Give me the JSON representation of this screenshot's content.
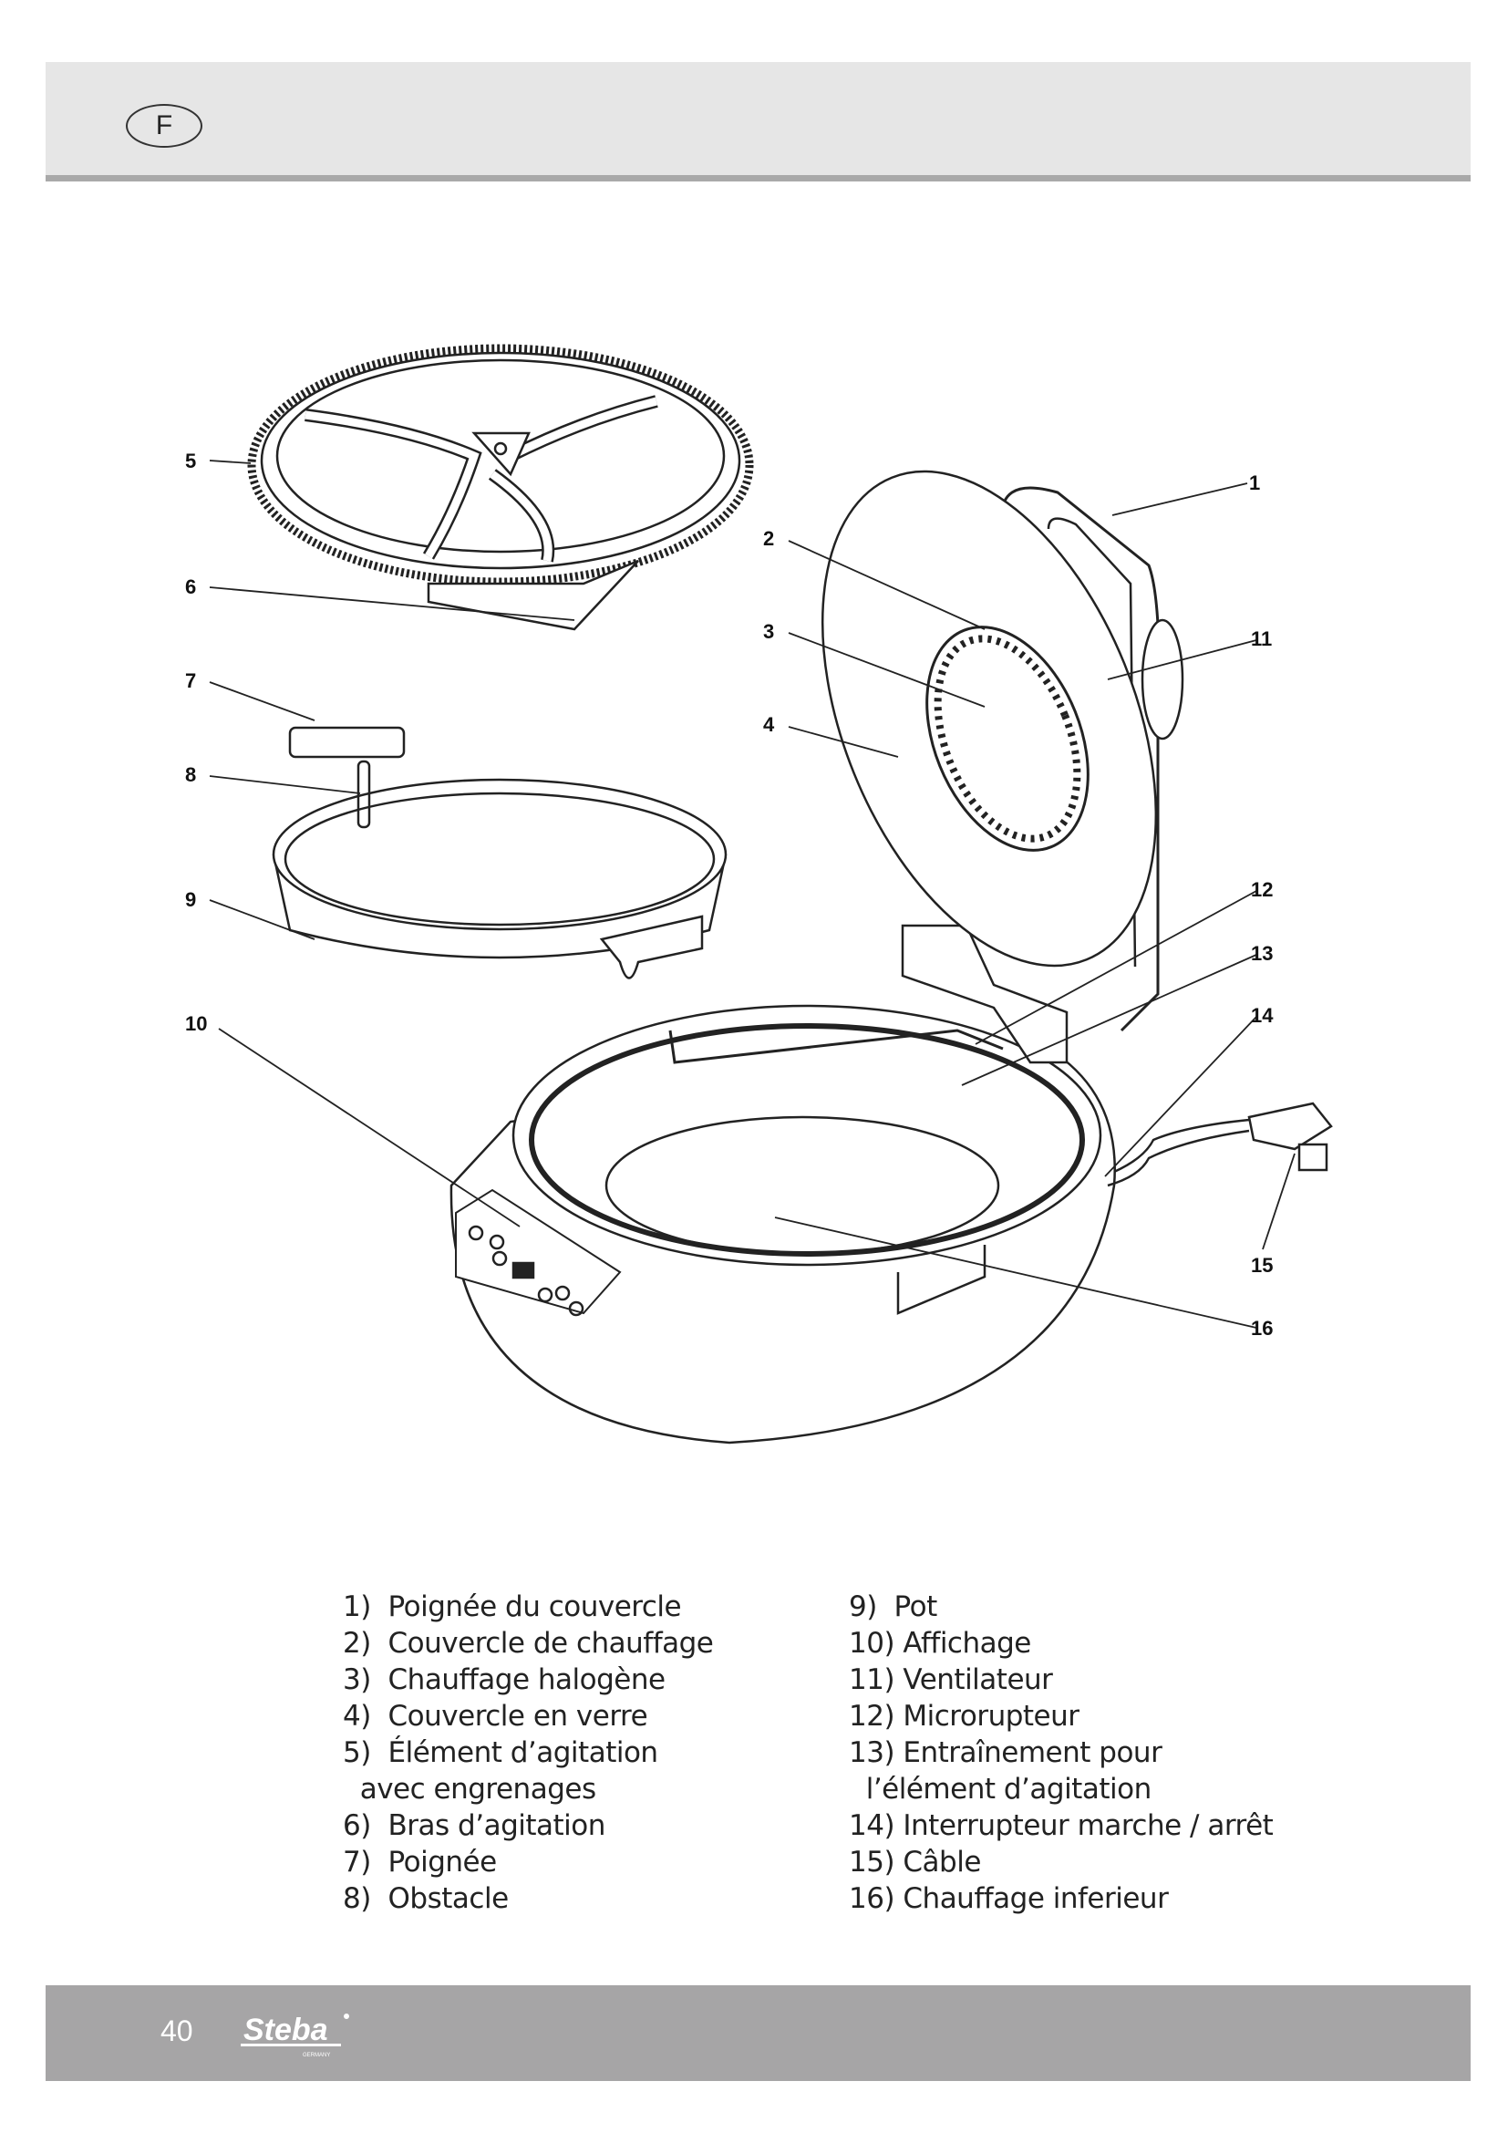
{
  "header": {
    "language_badge": "F"
  },
  "diagram": {
    "callouts": [
      "1",
      "2",
      "3",
      "4",
      "5",
      "6",
      "7",
      "8",
      "9",
      "10",
      "11",
      "12",
      "13",
      "14",
      "15",
      "16"
    ]
  },
  "legend": {
    "left": [
      "1)  Poignée du couvercle",
      "2)  Couvercle de chauffage",
      "3)  Chauffage halogène",
      "4)  Couvercle en verre",
      "5)  Élément d’agitation",
      "  avec engrenages",
      "6)  Bras d’agitation",
      "7)  Poignée",
      "8)  Obstacle"
    ],
    "right": [
      "9)  Pot",
      "10) Affichage",
      "11) Ventilateur",
      "12) Microrupteur",
      "13) Entraînement pour",
      "  l’élément d’agitation",
      "14) Interrupteur marche / arrêt",
      "15) Câble",
      "16) Chauffage inferieur"
    ]
  },
  "footer": {
    "page_number": "40",
    "brand": "Steba",
    "brand_sub": "GERMANY"
  }
}
